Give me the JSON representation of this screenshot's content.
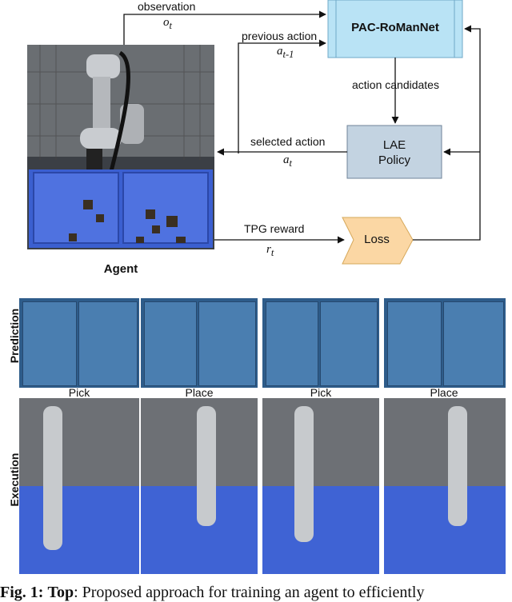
{
  "diagram": {
    "observation_label": "observation",
    "observation_var": "o",
    "observation_sub": "t",
    "previous_action_label": "previous action",
    "previous_action_var": "a",
    "previous_action_sub": "t-1",
    "network_label": "PAC-RoManNet",
    "action_candidates_label": "action candidates",
    "selected_action_label": "selected action",
    "selected_action_var": "a",
    "selected_action_sub": "t",
    "policy_line1": "LAE",
    "policy_line2": "Policy",
    "reward_label": "TPG reward",
    "reward_var": "r",
    "reward_sub": "t",
    "loss_label": "Loss",
    "agent_label": "Agent",
    "colors": {
      "network_fill": "#b9e3f5",
      "policy_fill": "#c3d3e1",
      "loss_fill": "#fbd7a4",
      "bin_blue": "#3b5fd0"
    }
  },
  "grid": {
    "row_labels": [
      "Prediction",
      "Execution"
    ],
    "column_labels": [
      "Pick",
      "Place",
      "Pick",
      "Place"
    ]
  },
  "caption": {
    "prefix": "Fig. 1:",
    "bold": "Top",
    "text": ": Proposed approach for training an agent to efficiently"
  }
}
